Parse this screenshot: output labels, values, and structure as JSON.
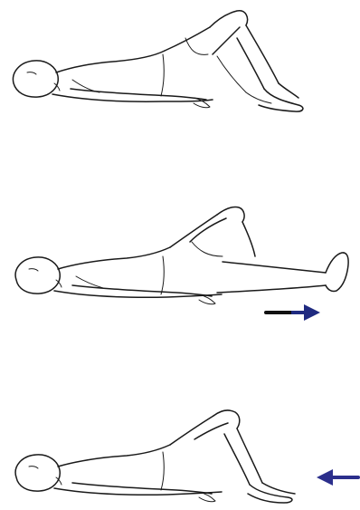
{
  "panels": [
    {
      "id": "knees-bent-start",
      "arrow": null
    },
    {
      "id": "leg-slide-out",
      "arrow": "right"
    },
    {
      "id": "leg-slide-return",
      "arrow": "left"
    }
  ],
  "colors": {
    "line": "#1a1a1a",
    "arrow_right": "#1f2a80",
    "arrow_left": "#2c2f8c",
    "background": "#ffffff"
  },
  "icons": {
    "arrow_right": "arrow-right-icon",
    "arrow_left": "arrow-left-icon"
  }
}
